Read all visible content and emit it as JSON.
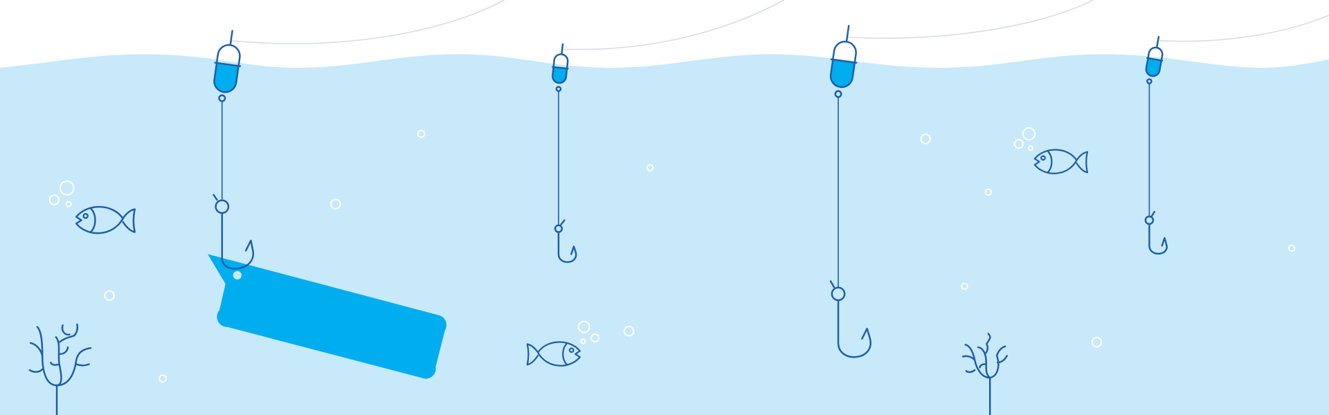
{
  "colors": {
    "sky": "#ffffff",
    "water": "#c8e9fa",
    "accent": "#00adef",
    "stroke": "#1b5ea8",
    "line_above_water": "#d8dde2"
  },
  "scene": {
    "hooks": 4,
    "fish": 3,
    "seaweed": 2,
    "tag_text": ""
  }
}
